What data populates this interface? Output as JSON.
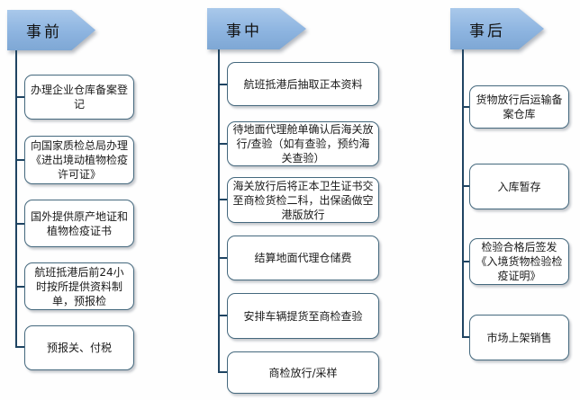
{
  "colors": {
    "header_fill": "#8DB4E0",
    "header_fill_top": "#A9C8EA",
    "box_border": "#44687D",
    "connector_line": "#1F4462",
    "text": "#1A1A1A",
    "background": "#FEFEFE"
  },
  "columns": [
    {
      "header": "事前",
      "boxes": [
        "办理企业仓库备案登记",
        "向国家质检总局办理《进出境动植物检疫许可证》",
        "国外提供原产地证和植物检疫证书",
        "航班抵港后前24小时按所提供资料制单，预报检",
        "预报关、付税"
      ]
    },
    {
      "header": "事中",
      "boxes": [
        "航班抵港后抽取正本资料",
        "待地面代理舱单确认后海关放行/查验（如有查验，预约海关查验）",
        "海关放行后将正本卫生证书交至商检货检二科，出保函做空港版放行",
        "结算地面代理仓储费",
        "安排车辆提货至商检查验",
        "商检放行/采样"
      ]
    },
    {
      "header": "事后",
      "boxes": [
        "货物放行后运输备案仓库",
        "入库暂存",
        "检验合格后签发《入境货物检验检疫证明》",
        "市场上架销售"
      ]
    }
  ]
}
